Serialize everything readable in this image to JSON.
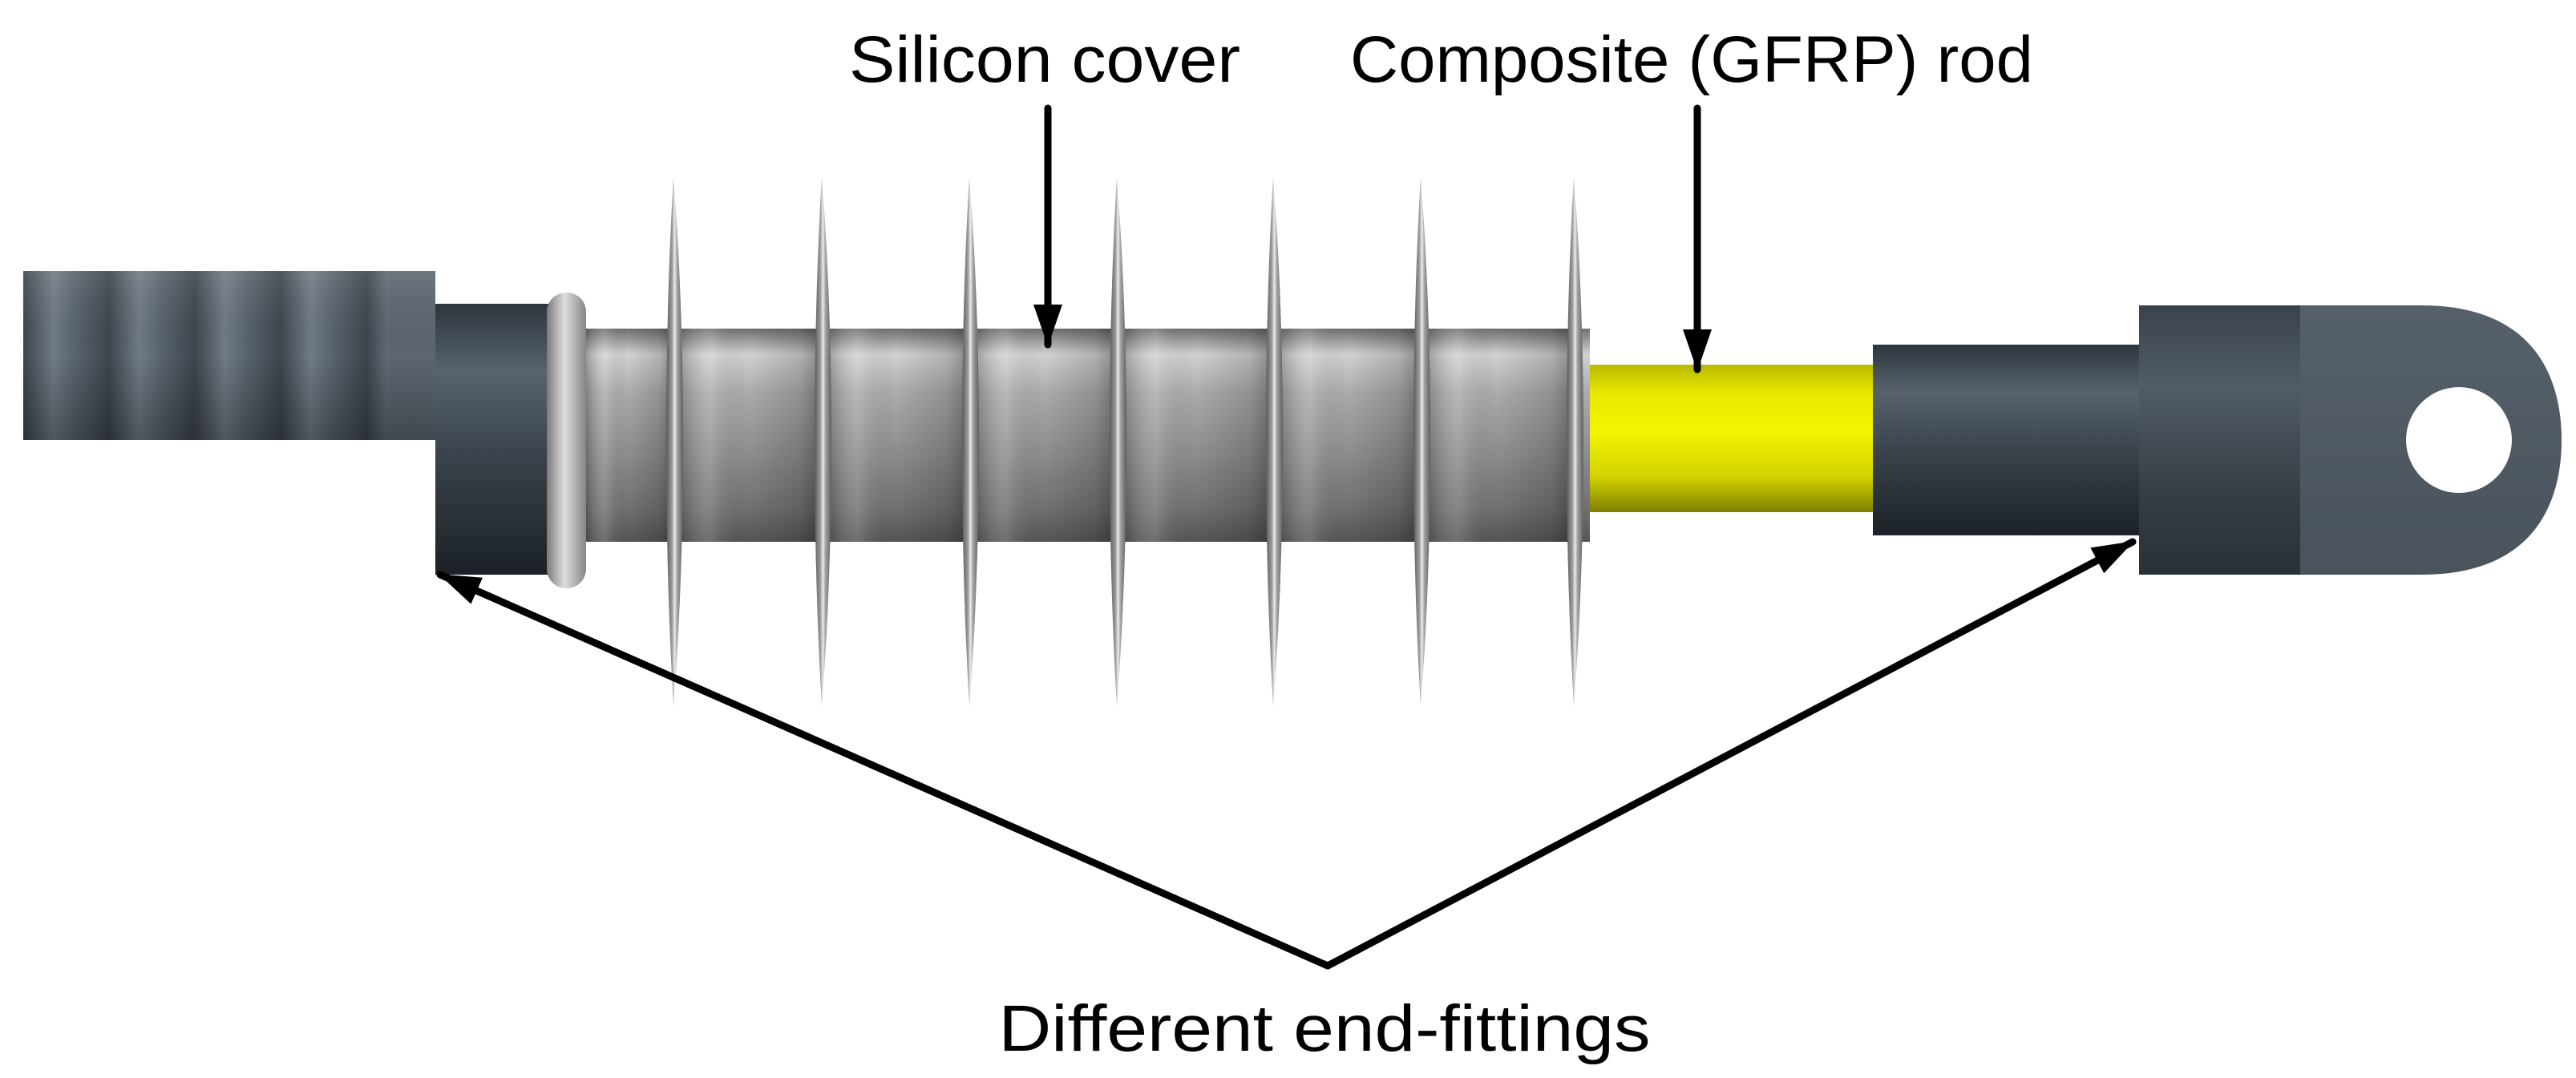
{
  "labels": {
    "silicon_cover": "Silicon cover",
    "composite_rod": "Composite (GFRP) rod",
    "end_fittings": "Different end-fittings"
  },
  "colors": {
    "composite_rod": "#e8e800",
    "silicone_housing": "#9a9a9a",
    "end_fitting": "#3b444c",
    "label_text": "#000000",
    "background": "#ffffff"
  }
}
